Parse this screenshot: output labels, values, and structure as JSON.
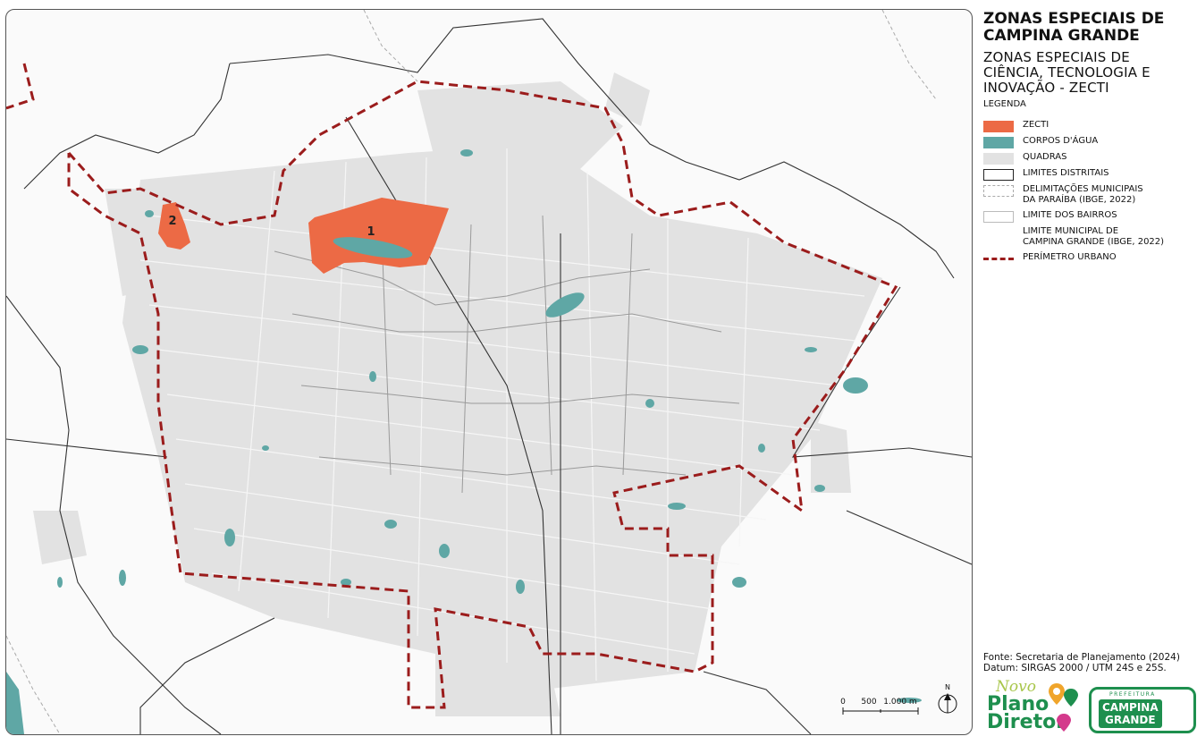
{
  "title": "ZONAS ESPECIAIS DE\nCAMPINA GRANDE",
  "subtitle": "ZONAS ESPECIAIS DE\nCIÊNCIA, TECNOLOGIA E\nINOVAÇÃO - ZECTI",
  "legend": {
    "title": "LEGENDA",
    "items": [
      {
        "label": "ZECTI",
        "symbol": "fill",
        "color": "#ec6a45"
      },
      {
        "label": "CORPOS D'ÁGUA",
        "symbol": "fill",
        "color": "#5fa7a5"
      },
      {
        "label": "QUADRAS",
        "symbol": "fill",
        "color": "#e2e2e2"
      },
      {
        "label": "LIMITES DISTRITAIS",
        "symbol": "outline",
        "color": "#222222"
      },
      {
        "label": "DELIMITAÇÕES MUNICIPAIS\nDA PARAÍBA (IBGE, 2022)",
        "symbol": "dashed-outline",
        "color": "#aaaaaa"
      },
      {
        "label": "LIMITE DOS BAIRROS",
        "symbol": "outline-light",
        "color": "#bbbbbb"
      },
      {
        "label": "LIMITE MUNICIPAL DE\nCAMPINA GRANDE (IBGE, 2022)",
        "symbol": "none",
        "color": "#444444"
      },
      {
        "label": "PERÍMETRO URBANO",
        "symbol": "dashed-line",
        "color": "#9b1c1c"
      }
    ]
  },
  "zones": [
    {
      "label": "1"
    },
    {
      "label": "2"
    }
  ],
  "scale_bar": {
    "labels": [
      "0",
      "500",
      "1.000 m"
    ]
  },
  "north_arrow": {
    "label": "N"
  },
  "source": "Fonte: Secretaria de Planejamento (2024)\nDatum: SIRGAS 2000 / UTM 24S e 25S.",
  "logos": {
    "plano": {
      "line1": "Novo",
      "line2": "Plano",
      "line3": "Diretor"
    },
    "prefeitura": {
      "top": "PREFEITURA",
      "name": "CAMPINA\nGRANDE"
    }
  },
  "colors": {
    "zecti": "#ec6a45",
    "water": "#5fa7a5",
    "blocks": "#e2e2e2",
    "urban_perimeter": "#9b1c1c",
    "brand_green": "#1e8f4e"
  }
}
